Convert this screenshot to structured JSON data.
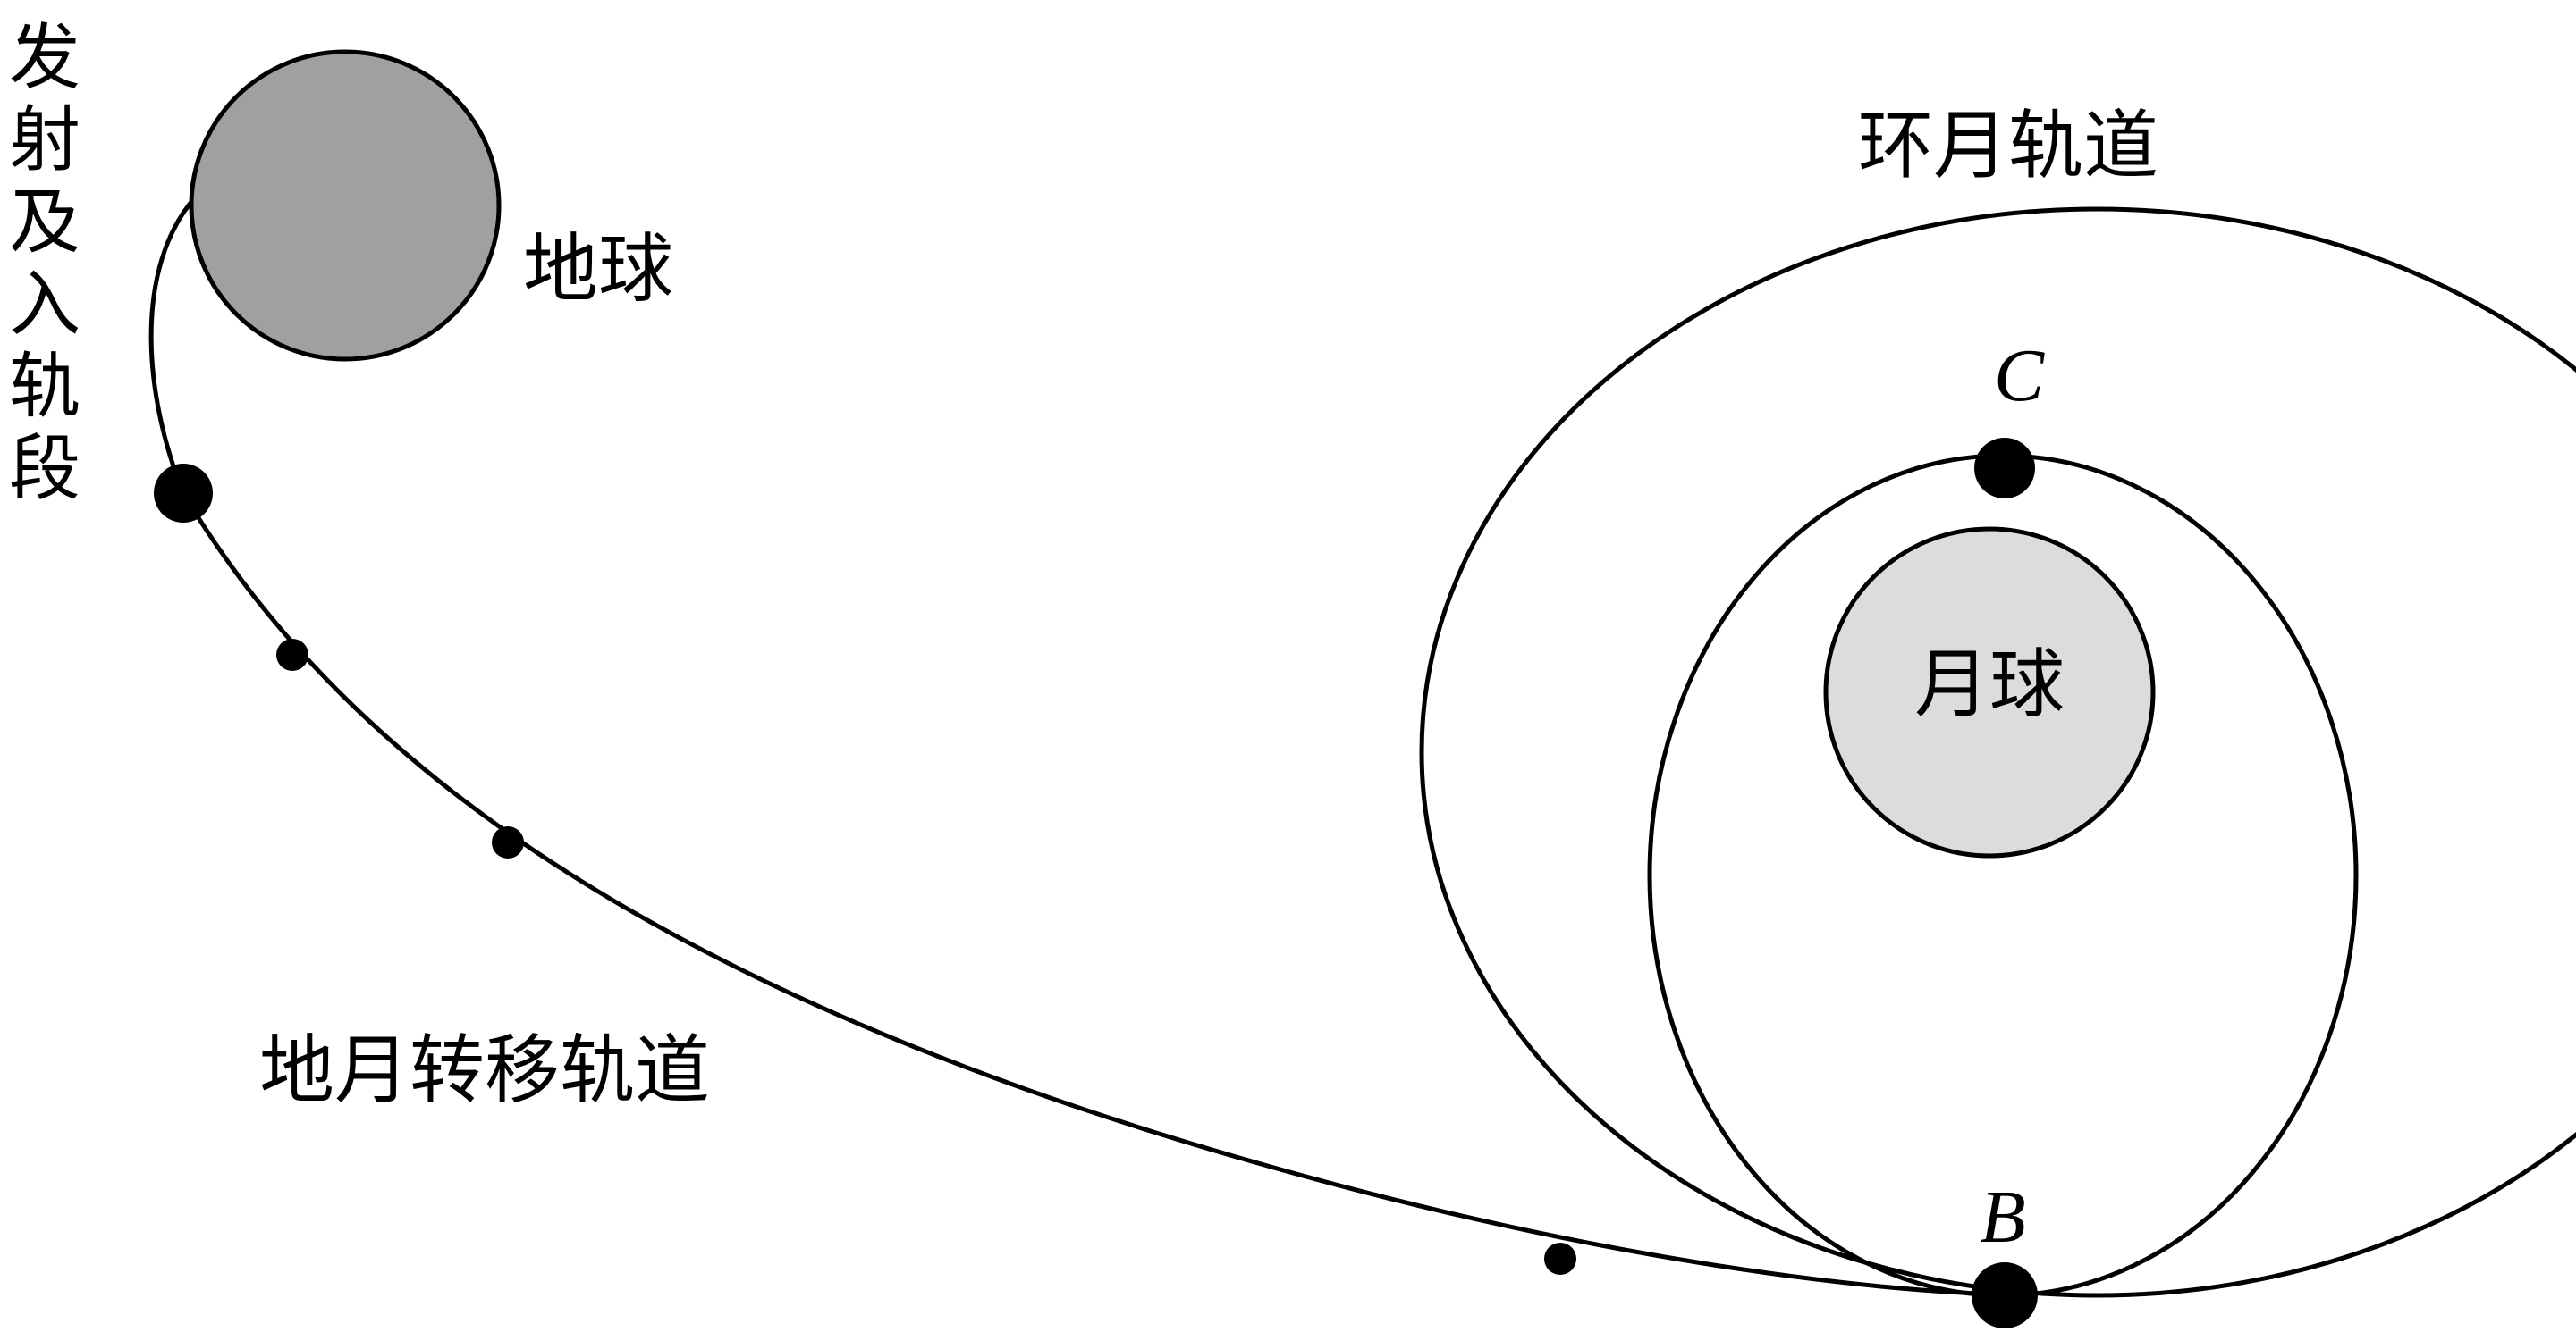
{
  "labels": {
    "launch_segment": [
      "发",
      "射",
      "及",
      "入",
      "轨",
      "段"
    ],
    "earth": "地球",
    "transfer_orbit": "地月转移轨道",
    "lunar_orbit": "环月轨道",
    "moon": "月球",
    "point_c": "C",
    "point_b": "B"
  },
  "colors": {
    "earth_fill": "#a0a0a0",
    "moon_fill": "#dcdcdc",
    "line": "#000000",
    "background": "#ffffff"
  }
}
